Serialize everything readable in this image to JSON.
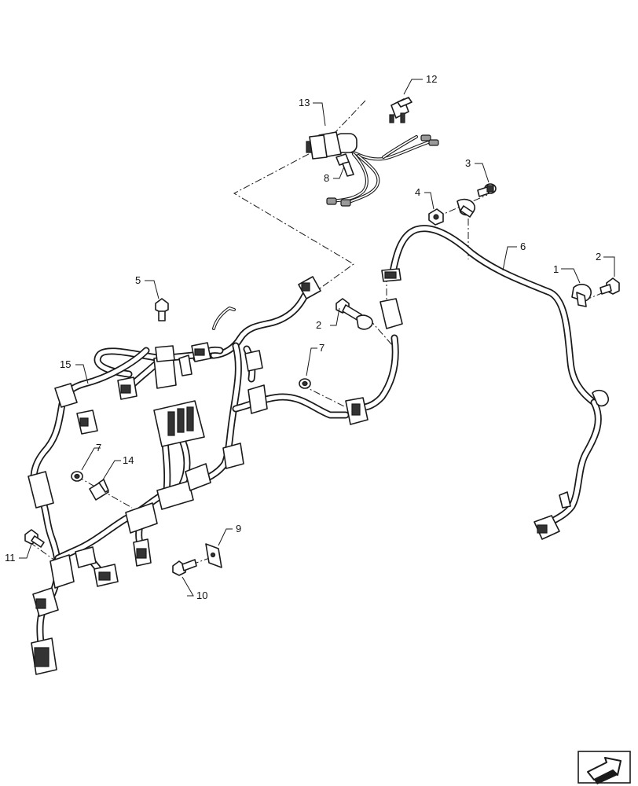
{
  "figure": {
    "callouts": [
      {
        "id": "c1",
        "text": "1"
      },
      {
        "id": "c2a",
        "text": "2"
      },
      {
        "id": "c2b",
        "text": "2"
      },
      {
        "id": "c3",
        "text": "3"
      },
      {
        "id": "c4",
        "text": "4"
      },
      {
        "id": "c5",
        "text": "5"
      },
      {
        "id": "c6",
        "text": "6"
      },
      {
        "id": "c7a",
        "text": "7"
      },
      {
        "id": "c7b",
        "text": "7"
      },
      {
        "id": "c8",
        "text": "8"
      },
      {
        "id": "c9",
        "text": "9"
      },
      {
        "id": "c10",
        "text": "10"
      },
      {
        "id": "c11",
        "text": "11"
      },
      {
        "id": "c12",
        "text": "12"
      },
      {
        "id": "c13",
        "text": "13"
      },
      {
        "id": "c14",
        "text": "14"
      },
      {
        "id": "c15",
        "text": "15"
      }
    ],
    "colors": {
      "line": "#1a1a1a",
      "background": "#ffffff",
      "fill_dark": "#333333",
      "fill_grey": "#9a9a9a"
    },
    "icons": {
      "corner": "next-arrow-icon"
    }
  }
}
